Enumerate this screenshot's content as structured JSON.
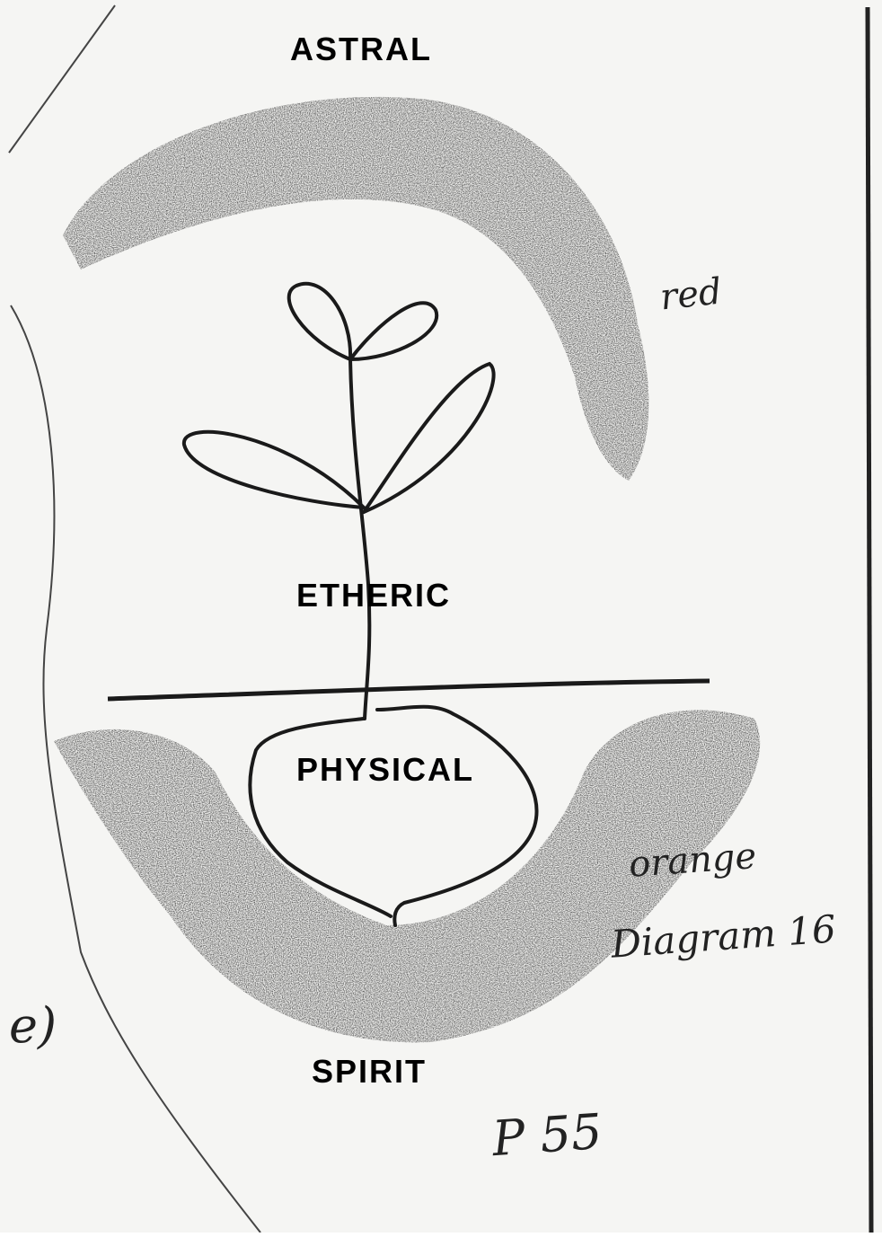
{
  "labels": {
    "astral": "ASTRAL",
    "etheric": "ETHERIC",
    "physical": "PHYSICAL",
    "spirit": "SPIRIT"
  },
  "handwriting": {
    "red": "red",
    "orange": "orange",
    "diagram": "Diagram 16",
    "page": "P 55",
    "edge": "e)"
  },
  "colors": {
    "paper": "#f5f5f3",
    "ink": "#1a1a1a",
    "shading": "#2a2a2a"
  }
}
